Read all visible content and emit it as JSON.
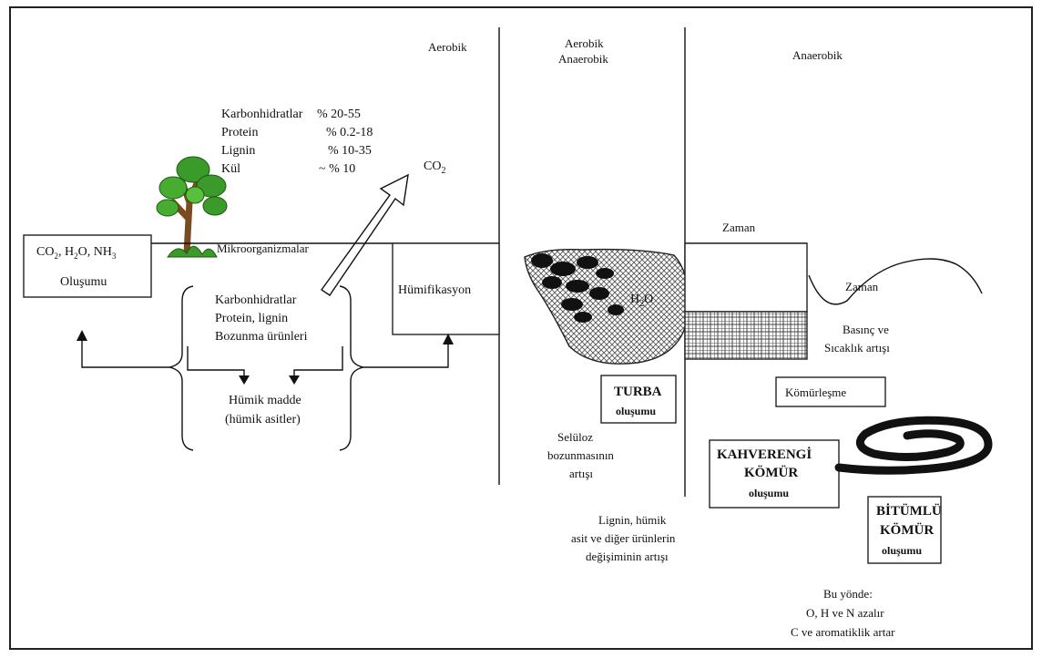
{
  "zones": {
    "aerobic": "Aerobik",
    "aerobic_anaerobic_1": "Aerobik",
    "aerobic_anaerobic_2": "Anaerobik",
    "anaerobic": "Anaerobik"
  },
  "composition": {
    "rows": [
      {
        "name": "Karbonhidratlar",
        "value": "% 20-55"
      },
      {
        "name": "Protein",
        "value": "% 0.2-18"
      },
      {
        "name": "Lignin",
        "value": "% 10-35"
      },
      {
        "name": "Kül",
        "value": "~ % 10"
      }
    ]
  },
  "labels": {
    "co2": "CO",
    "co2_sub": "2",
    "microorganisms": "Mikroorganizmalar",
    "humification": "Hümifikasyon",
    "h2o": "H",
    "h2o_sub": "2",
    "h2o_tail": "O",
    "time_1": "Zaman",
    "time_2": "Zaman",
    "pressure_1": "Basınç ve",
    "pressure_2": "Sıcaklık artışı",
    "coalification": "Kömürleşme"
  },
  "products_box": {
    "line1_a": "CO",
    "line1_b": "2",
    "line1_c": ", H",
    "line1_d": "2",
    "line1_e": "O, NH",
    "line1_f": "3",
    "line2": "Oluşumu"
  },
  "decomposition": {
    "line1": "Karbonhidratlar",
    "line2": "Protein, lignin",
    "line3": "Bozunma ürünleri"
  },
  "humic": {
    "line1": "Hümik madde",
    "line2": "(hümik asitler)"
  },
  "cellulose": {
    "line1": "Selüloz",
    "line2": "bozunmasının",
    "line3": "artışı"
  },
  "lignin_note": {
    "line1": "Lignin, hümik",
    "line2": "asit ve diğer ürünlerin",
    "line3": "değişiminin artışı"
  },
  "peat": {
    "line1": "TURBA",
    "line2": "oluşumu"
  },
  "brown_coal": {
    "line1": "KAHVERENGİ",
    "line2": "KÖMÜR",
    "line3": "oluşumu"
  },
  "bituminous": {
    "line1": "BİTÜMLÜ",
    "line2": "KÖMÜR",
    "line3": "oluşumu"
  },
  "direction_note": {
    "line1": "Bu yönde:",
    "line2": "O, H ve N azalır",
    "line3": "C ve aromatiklik artar"
  },
  "colors": {
    "tree_leaf": "#3a9a2a",
    "tree_trunk": "#7a4a20",
    "ink": "#111111"
  }
}
